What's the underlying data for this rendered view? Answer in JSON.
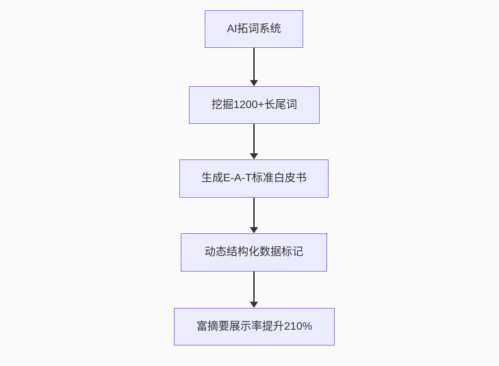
{
  "page": {
    "background_color": "#fafafa"
  },
  "flowchart": {
    "type": "flowchart-vertical-top-down",
    "node_fill_color": "#ECECFF",
    "node_border_color": "#9370DB",
    "edge_color": "#333333",
    "text_color": "#333333",
    "nodes": [
      {
        "label": "AI拓词系统"
      },
      {
        "label": "挖掘1200+长尾词"
      },
      {
        "label": "生成E-A-T标准白皮书"
      },
      {
        "label": "动态结构化数据标记"
      },
      {
        "label": "富摘要展示率提升210%"
      }
    ],
    "edges": [
      {
        "from": 0,
        "to": 1,
        "style": "arrow-down"
      },
      {
        "from": 1,
        "to": 2,
        "style": "arrow-down"
      },
      {
        "from": 2,
        "to": 3,
        "style": "arrow-down"
      },
      {
        "from": 3,
        "to": 4,
        "style": "arrow-down"
      }
    ]
  }
}
